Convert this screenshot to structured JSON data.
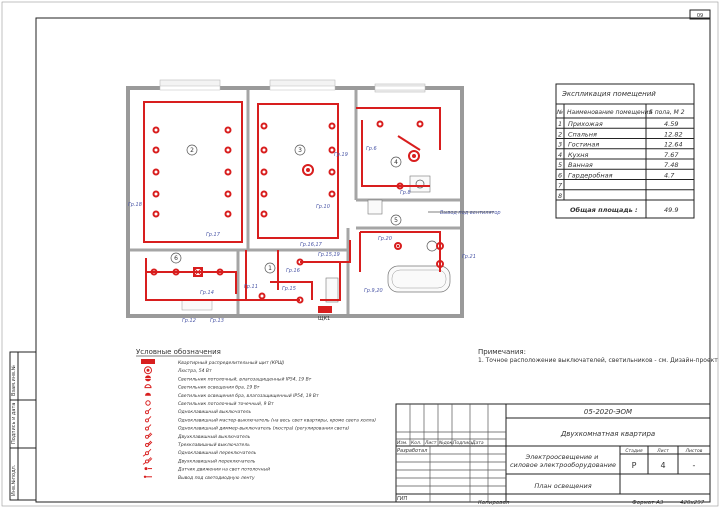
{
  "sheet_number": "09",
  "explication": {
    "title": "Экспликация помещений",
    "col_no": "№",
    "col_name": "Наименование помещения",
    "col_area": "S пола, М 2",
    "rows": [
      {
        "no": "1",
        "name": "Прихожая",
        "area": "4.59"
      },
      {
        "no": "2",
        "name": "Спальня",
        "area": "12.82"
      },
      {
        "no": "3",
        "name": "Гостиная",
        "area": "12.64"
      },
      {
        "no": "4",
        "name": "Кухня",
        "area": "7.67"
      },
      {
        "no": "5",
        "name": "Ванная",
        "area": "7.48"
      },
      {
        "no": "6",
        "name": "Гардеробная",
        "area": "4.7"
      },
      {
        "no": "7",
        "name": "",
        "area": ""
      },
      {
        "no": "8",
        "name": "",
        "area": ""
      }
    ],
    "total_label": "Общая площадь :",
    "total_value": "49.9"
  },
  "plan": {
    "room_labels": [
      "1",
      "2",
      "3",
      "4",
      "5",
      "6"
    ],
    "group_labels": [
      "Гр.18",
      "Гр.17",
      "Гр.16",
      "Гр.15",
      "Гр.14",
      "Гр.11",
      "Гр.13",
      "Гр.12",
      "Гр.19",
      "Гр.10",
      "Гр.6",
      "Гр.20",
      "Гр.9,20",
      "Гр.21",
      "Гр.8",
      "Гр.15,19",
      "Гр.16,17"
    ],
    "shield_label": "ЩК1",
    "ventilator_note": "Вывод под вентилятор"
  },
  "legend": {
    "title": "Условные обозначения",
    "items": [
      {
        "label": "Квартирный распределительный щит (КРЩ)",
        "icon": "panel"
      },
      {
        "label": "Люстра, 54 Вт",
        "icon": "chandelier"
      },
      {
        "label": "Светильник потолочный, влагозащищенный IP54, 19 Вт",
        "icon": "ceiling-lamp-ip54"
      },
      {
        "label": "Светильник освещения бра, 19 Вт",
        "icon": "wall-lamp"
      },
      {
        "label": "Светильник освещения бра, влагозащищенный IP54, 19 Вт",
        "icon": "wall-lamp-ip54"
      },
      {
        "label": "Светильник потолочный точечный, 9 Вт",
        "icon": "spot-lamp"
      },
      {
        "label": "Одноклавишный выключатель",
        "icon": "switch-1"
      },
      {
        "label": "Одноклавишный мастер-выключатель (на весь свет квартиры, кроме света холла)",
        "icon": "master-switch"
      },
      {
        "label": "Одноклавишный диммер-выключатель (люстра) (регулирования света)",
        "icon": "dimmer-switch"
      },
      {
        "label": "Двухклавишный выключатель",
        "icon": "switch-2"
      },
      {
        "label": "Трехклавишный выключатель",
        "icon": "switch-3"
      },
      {
        "label": "Одноклавишный переключатель",
        "icon": "toggle-1"
      },
      {
        "label": "Двухклавишный переключатель",
        "icon": "toggle-2"
      },
      {
        "label": "Датчик движения на свет потолочный",
        "icon": "motion-sensor"
      },
      {
        "label": "Вывод под светодиодную ленту",
        "icon": "led-output"
      }
    ]
  },
  "notes": {
    "title": "Примечания:",
    "text": "1. Точное расположение выключателей, светильников - см. Дизайн-проект"
  },
  "side_stamp": [
    "Взам.инв.№",
    "Подпись и дата",
    "Инв.№подл."
  ],
  "title_block": {
    "code": "05-2020-ЭОМ",
    "project": "Двухкомнатная квартира",
    "columns": [
      "Изм.",
      "Кол.",
      "Лист",
      "№док.",
      "Подпись",
      "Дата"
    ],
    "role_dev": "Разработал",
    "role_gip": "ГИП",
    "section": "Электроосвещение и силовое электрооборудование",
    "sheet_name": "План освещения",
    "stage_label": "Стадия",
    "sheet_label": "Лист",
    "sheets_label": "Листов",
    "stage": "Р",
    "sheet": "4",
    "sheets": "-",
    "copied": "Копировал",
    "format": "Формат А3",
    "size": "420х297"
  }
}
